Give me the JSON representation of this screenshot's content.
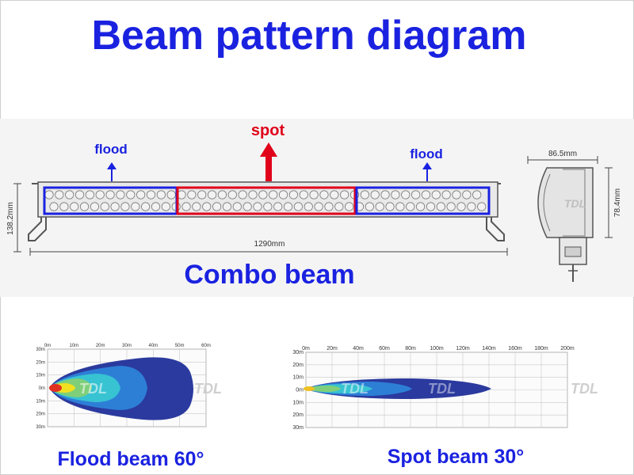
{
  "title": "Beam pattern diagram",
  "colors": {
    "title": "#1a22e0",
    "spot": "#e0001a",
    "flood_box": "#1a22e0",
    "spot_box": "#e0001a",
    "arrow_blue": "#1a22e0",
    "arrow_red": "#e0001a"
  },
  "light_bar": {
    "labels": {
      "flood_left": "flood",
      "spot": "spot",
      "flood_right": "flood"
    },
    "dimensions": {
      "length": "1290mm",
      "height": "138.2mm",
      "side_width": "86.5mm",
      "side_height": "78.4mm"
    },
    "caption": "Combo beam"
  },
  "flood_chart": {
    "caption": "Flood beam 60°",
    "x_ticks": [
      "0m",
      "10m",
      "20m",
      "30m",
      "40m",
      "50m",
      "60m"
    ],
    "y_ticks": [
      "30m",
      "20m",
      "10m",
      "0m",
      "10m",
      "20m",
      "30m"
    ]
  },
  "spot_chart": {
    "caption": "Spot beam 30°",
    "x_ticks": [
      "0m",
      "20m",
      "40m",
      "60m",
      "80m",
      "100m",
      "120m",
      "140m",
      "160m",
      "180m",
      "200m"
    ],
    "y_ticks": [
      "30m",
      "20m",
      "10m",
      "0m",
      "10m",
      "20m",
      "30m"
    ]
  },
  "watermark": "TDL"
}
